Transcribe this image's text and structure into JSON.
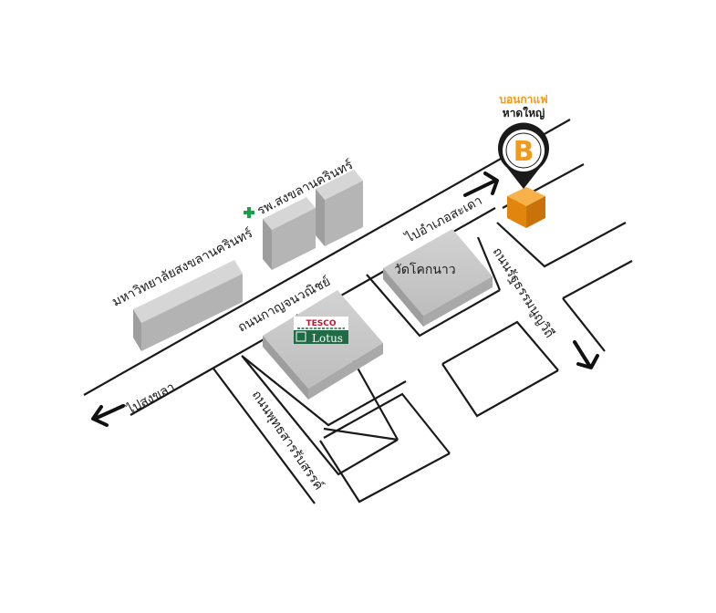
{
  "map": {
    "labels": {
      "university": "มหาวิทยาลัยสงขลานครินทร์",
      "hospital": "รพ.สงขลานครินทร์",
      "road_kanjanavanich": "ถนนกาญจนวณิชย์",
      "road_phutthasarn": "ถนนพุทธสารรับสรรค์",
      "road_ratthanumoon": "ถนนรัฐธรรมนูญวิถี",
      "to_songkhla": "ไปสงขลา",
      "to_sadao": "ไปอำเภอสะเดา",
      "wat_khok_nao": "วัดโคกนาว",
      "tesco_top": "TESCO",
      "tesco_bottom": "Lotus",
      "shop_line1": "บอนกาแฟ",
      "shop_line2": "หาดใหญ่",
      "pin_letter": "B"
    },
    "colors": {
      "accent_orange": "#f39a1c",
      "building_gray": "#bdbdbd",
      "tesco_green": "#1f6b45",
      "hospital_cross": "#1aa04a"
    }
  }
}
